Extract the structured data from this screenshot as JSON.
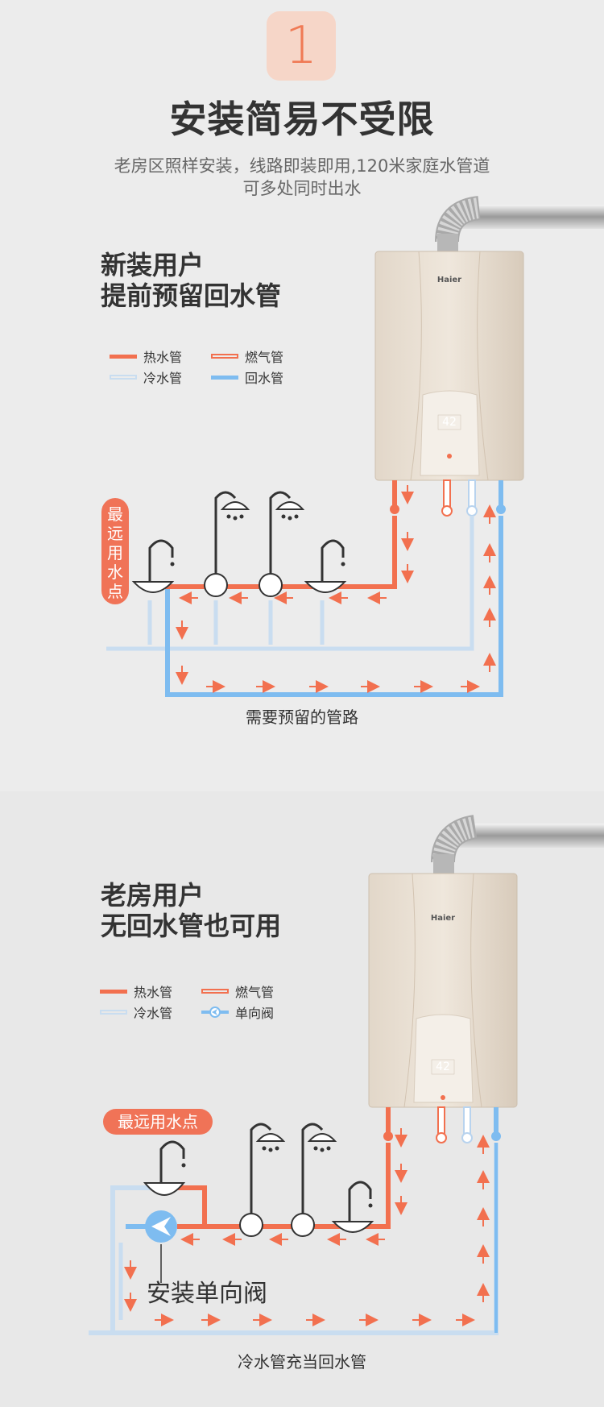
{
  "header": {
    "badge_number": "1",
    "title": "安装简易不受限",
    "subtitle_line1": "老房区照样安装，线路即装即用,120米家庭水管道",
    "subtitle_line2": "可多处同时出水"
  },
  "section1": {
    "heading_line1": "新装用户",
    "heading_line2": "提前预留回水管",
    "legend": {
      "hot": "热水管",
      "gas": "燃气管",
      "cold": "冷水管",
      "return": "回水管"
    },
    "farthest_tag": "最远用水点",
    "caption": "需要预留的管路",
    "brand": "Haier",
    "display": "42"
  },
  "section2": {
    "heading_line1": "老房用户",
    "heading_line2": "无回水管也可用",
    "legend": {
      "hot": "热水管",
      "gas": "燃气管",
      "cold": "冷水管",
      "valve": "单向阀"
    },
    "farthest_tag": "最远用水点",
    "valve_label": "安装单向阀",
    "caption": "冷水管充当回水管",
    "brand": "Haier",
    "display": "42"
  },
  "colors": {
    "hot": "#f2704f",
    "cold": "#c9ddf0",
    "return": "#7ebcf0",
    "gas": "#f2704f",
    "accent": "#f07a55"
  }
}
